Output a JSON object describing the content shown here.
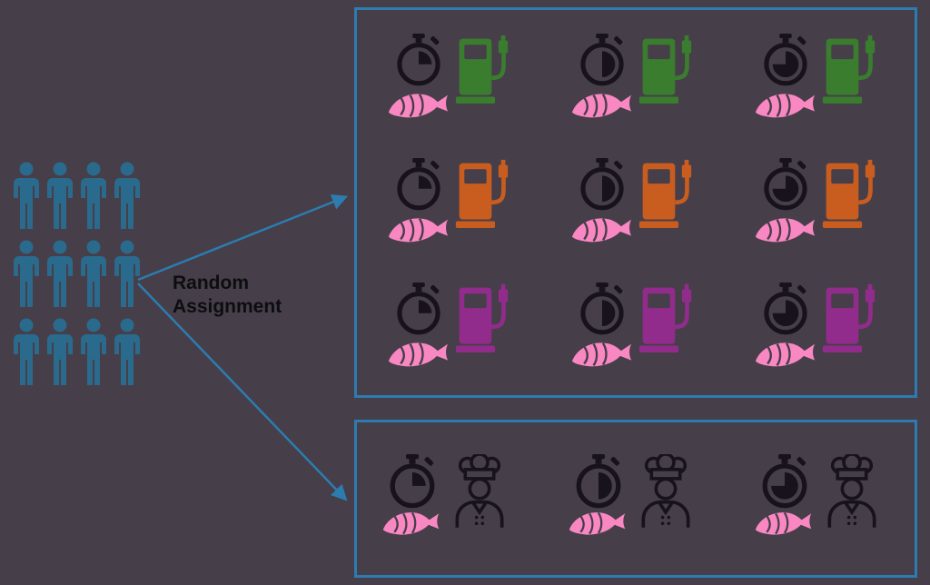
{
  "canvas": {
    "bg": "#463e49"
  },
  "label": {
    "text": "Random Assignment",
    "color": "#0d0d10"
  },
  "population": {
    "icon": "person-icon",
    "color": "#2a6a8d",
    "rows": [
      4,
      4,
      4
    ]
  },
  "arrows": {
    "color": "#2c7cb0"
  },
  "boxes": {
    "border_color": "#2c7cb0"
  },
  "treatments": {
    "timer_icon": "stopwatch-icon",
    "pump_icon": "fuel-pump-icon",
    "fish_icon": "fish-icon",
    "timer_color": "#17121b",
    "fish_color": "#f987c2",
    "rows": [
      {
        "pump_color": "#3a7d2f",
        "timer_fills": [
          0.25,
          0.5,
          0.75
        ]
      },
      {
        "pump_color": "#c85d1f",
        "timer_fills": [
          0.25,
          0.5,
          0.75
        ]
      },
      {
        "pump_color": "#922c8c",
        "timer_fills": [
          0.25,
          0.5,
          0.75
        ]
      }
    ]
  },
  "control": {
    "timer_icon": "stopwatch-icon",
    "chef_icon": "chef-icon",
    "fish_icon": "fish-icon",
    "timer_color": "#17121b",
    "chef_color": "#17121b",
    "fish_color": "#f987c2",
    "timer_fills": [
      0.25,
      0.5,
      0.75
    ]
  }
}
